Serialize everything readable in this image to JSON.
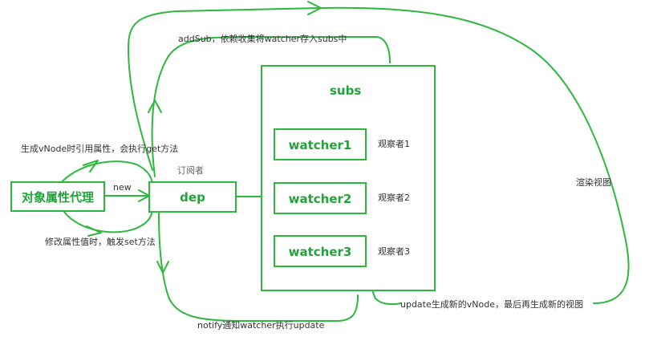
{
  "nodes": {
    "proxy": "对象属性代理",
    "dep": "dep",
    "subs": "subs",
    "watcher1": "watcher1",
    "watcher2": "watcher2",
    "watcher3": "watcher3"
  },
  "labels": {
    "subscriber": "订阅者",
    "new": "new",
    "get_access": "生成vNode时引用属性，会执行get方法",
    "set_trigger": "修改属性值时，触发set方法",
    "add_sub": "addSub，依赖收集将watcher存入subs中",
    "notify": "notify通知watcher执行update",
    "render_view": "渲染视图",
    "update_gen": "update生成新的vNode，最后再生成新的视图",
    "observer1": "观察者1",
    "observer2": "观察者2",
    "observer3": "观察者3"
  },
  "colors": {
    "accent": "#2db83d",
    "text": "#333333"
  }
}
